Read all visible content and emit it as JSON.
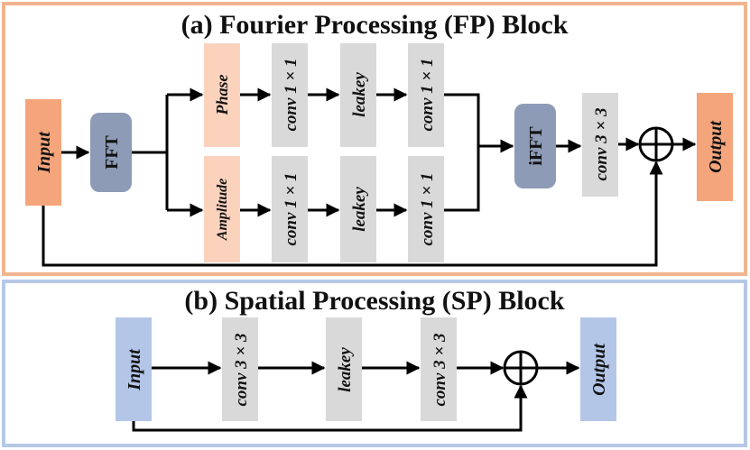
{
  "fp_block": {
    "title": "(a) Fourier Processing (FP) Block",
    "input": "Input",
    "fft": "FFT",
    "phase": "Phase",
    "amplitude": "Amplitude",
    "conv1": "conv 1 × 1",
    "leakey": "leakey",
    "ifft": "iFFT",
    "conv3": "conv 3 × 3",
    "output": "Output"
  },
  "sp_block": {
    "title": "(b)  Spatial Processing (SP) Block",
    "input": "Input",
    "conv3": "conv 3 × 3",
    "leakey": "leakey",
    "output": "Output"
  },
  "colors": {
    "fp_border": "#f2b48f",
    "sp_border": "#b7c8e6",
    "io_orange": "#f4a57b",
    "light_orange": "#fbd3bd",
    "fft_blue": "#8e9bb6",
    "conv_grey": "#d9d9d9",
    "io_blue": "#b3c6e8"
  }
}
